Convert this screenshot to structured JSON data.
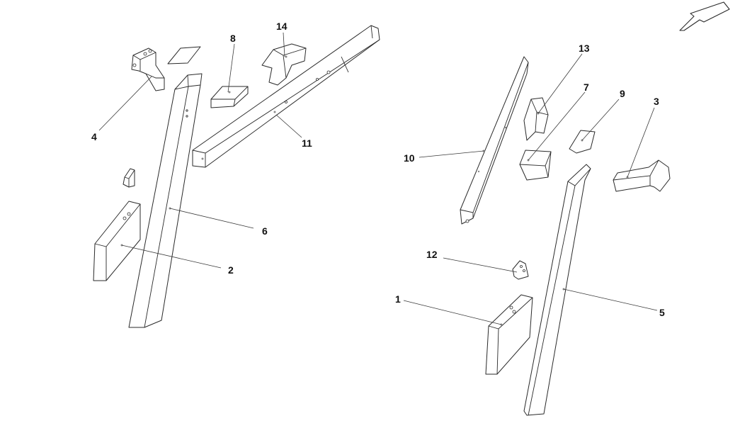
{
  "callouts": {
    "c1": "1",
    "c2": "2",
    "c3": "3",
    "c4": "4",
    "c5": "5",
    "c6": "6",
    "c7": "7",
    "c8": "8",
    "c9": "9",
    "c10": "10",
    "c11": "11",
    "c12": "12",
    "c13": "13",
    "c14": "14"
  },
  "icons": {
    "direction": "direction-arrow-icon"
  },
  "colors": {
    "line": "#2a2a2a",
    "background": "#ffffff"
  }
}
